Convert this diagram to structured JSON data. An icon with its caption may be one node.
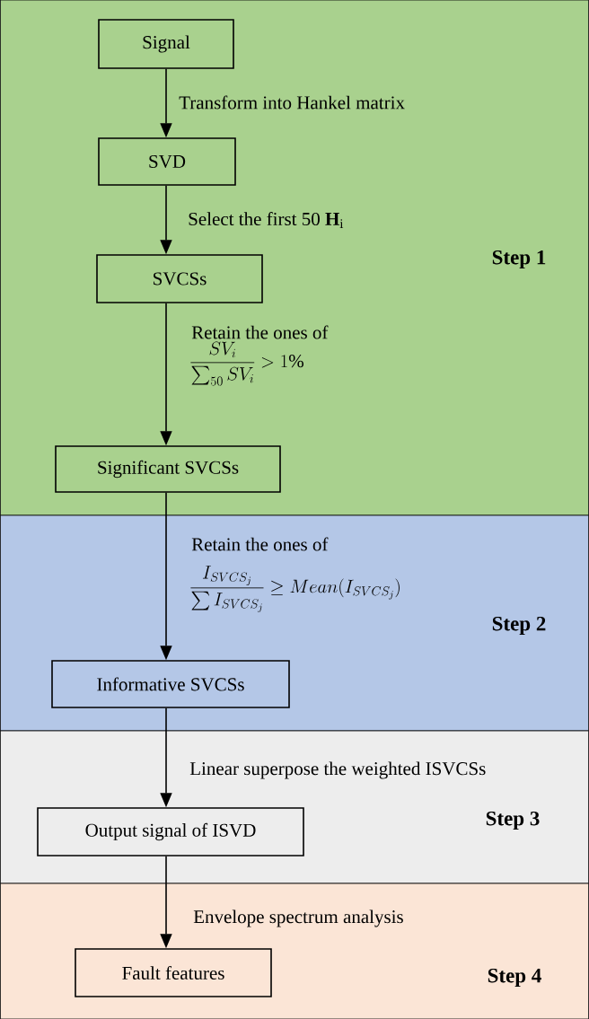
{
  "diagram": {
    "nodes": [
      {
        "text": [
          "Step 1"
        ]
      },
      {
        "text": [
          "Signal"
        ],
        "in": 0
      },
      {
        "text": [
          "SVD"
        ],
        "in": 0
      },
      {
        "text": [
          "SVCSs"
        ],
        "in": 0
      },
      {
        "text": [
          "Significant SVCSs"
        ],
        "in": 0
      },
      {
        "text": [
          "Step 2"
        ]
      },
      {
        "text": [
          "Informative SVCSs"
        ],
        "in": 5
      },
      {
        "text": [
          "Step 3"
        ]
      },
      {
        "text": [
          "Output signal of ISVD"
        ],
        "in": 7
      },
      {
        "text": [
          "Step 4"
        ]
      },
      {
        "text": [
          "Fault features"
        ],
        "in": 9
      }
    ],
    "edges": [
      {
        "from": 1,
        "to": 2,
        "arrow": "to",
        "label": "Transform into Hankel matrix"
      },
      {
        "from": 2,
        "to": 3,
        "arrow": "to",
        "label": "Select the first 50 **H**$_{i}$"
      },
      {
        "from": 3,
        "to": 4,
        "arrow": "to",
        "label": "Retain the ones of"
      },
      {
        "from": 4,
        "to": 6,
        "arrow": "to",
        "label": "Retain the ones of"
      },
      {
        "from": 6,
        "to": 8,
        "arrow": "to",
        "label": "Linear superpose the weighted ISVCSs"
      },
      {
        "from": 8,
        "to": 10,
        "arrow": "to",
        "label": "Envelope spectrum analysis"
      }
    ],
    "labels": [
      "\\dfrac{SV_i}{\\sum_{50} SV_i} > 1\\%",
      "\\dfrac{I_{SVCS_j}}{\\sum I_{SVCS_j}} \\geq Mean(I_{SVCS_j})"
    ]
  }
}
